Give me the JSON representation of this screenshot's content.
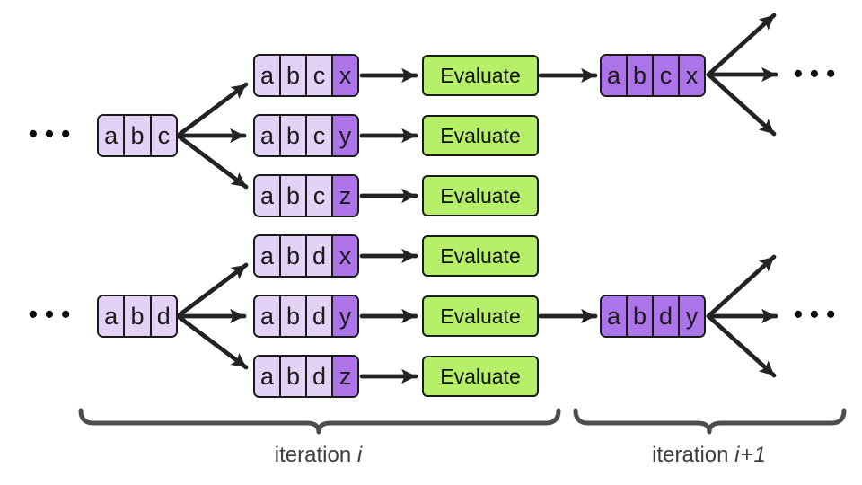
{
  "palette": {
    "cell_light": "#E3D1F6",
    "cell_accent": "#AC74E8",
    "evaluate_green": "#B5F068",
    "box_stroke": "#1A1A1A",
    "arrow": "#232323",
    "brace": "#4D4D4D",
    "label_text": "#3D3D3D"
  },
  "groups": [
    {
      "id": "top-branch",
      "ellipsis_left": "•••",
      "parent": {
        "cells": [
          "a",
          "b",
          "c"
        ]
      },
      "candidates": [
        {
          "cells": [
            "a",
            "b",
            "c",
            "x"
          ],
          "evaluate_label": "Evaluate"
        },
        {
          "cells": [
            "a",
            "b",
            "c",
            "y"
          ],
          "evaluate_label": "Evaluate"
        },
        {
          "cells": [
            "a",
            "b",
            "c",
            "z"
          ],
          "evaluate_label": "Evaluate"
        }
      ],
      "selected": {
        "cells": [
          "a",
          "b",
          "c",
          "x"
        ]
      },
      "ellipsis_right": "•••"
    },
    {
      "id": "bottom-branch",
      "ellipsis_left": "•••",
      "parent": {
        "cells": [
          "a",
          "b",
          "d"
        ]
      },
      "candidates": [
        {
          "cells": [
            "a",
            "b",
            "d",
            "x"
          ],
          "evaluate_label": "Evaluate"
        },
        {
          "cells": [
            "a",
            "b",
            "d",
            "y"
          ],
          "evaluate_label": "Evaluate"
        },
        {
          "cells": [
            "a",
            "b",
            "d",
            "z"
          ],
          "evaluate_label": "Evaluate"
        }
      ],
      "selected": {
        "cells": [
          "a",
          "b",
          "d",
          "y"
        ]
      },
      "ellipsis_right": "•••"
    }
  ],
  "braces": [
    {
      "prefix": "iteration ",
      "math": "i"
    },
    {
      "prefix": "iteration ",
      "math": "i+1"
    }
  ]
}
